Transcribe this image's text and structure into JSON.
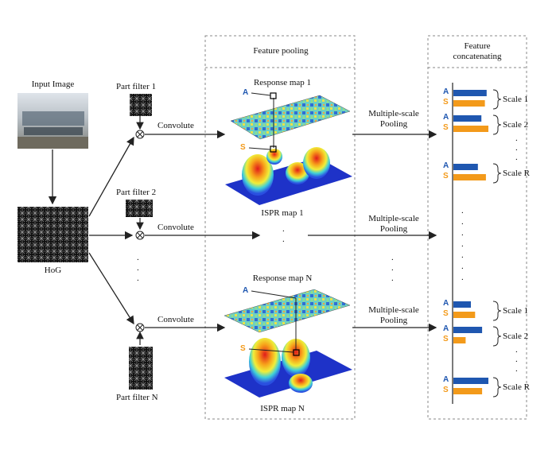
{
  "panels": {
    "pooling_title": "Feature pooling",
    "concat_title": "Feature\nconcatenating"
  },
  "input": {
    "input_label": "Input Image",
    "hog_label": "HoG"
  },
  "filters": {
    "filter1_label": "Part filter 1",
    "filter2_label": "Part filter 2",
    "filterN_label": "Part filter N",
    "convolute_label": "Convolute"
  },
  "maps": {
    "response1_label": "Response map 1",
    "responseN_label": "Response map N",
    "ispr1_label": "ISPR map 1",
    "isprN_label": "ISPR map N",
    "a_marker": "A",
    "s_marker": "S"
  },
  "pooling": {
    "label": "Multiple-scale\nPooling"
  },
  "scales": {
    "scale1": "Scale 1",
    "scale2": "Scale 2",
    "scaleR": "Scale R"
  },
  "ellipsis": {
    "dots_h": ". . .",
    "dots_v": "."
  },
  "colors": {
    "blue_bar": "#1f57b0",
    "orange_bar": "#f39a1a",
    "a_color": "#1f57b0",
    "s_color": "#f39a1a",
    "arrow": "#222222",
    "panel_border": "#888888"
  },
  "bars_top": [
    {
      "marker_a": "A",
      "marker_s": "S",
      "a": 0.95,
      "s": 0.9
    },
    {
      "marker_a": "A",
      "marker_s": "S",
      "a": 0.8,
      "s": 1.0
    },
    {
      "marker_a": "A",
      "marker_s": "S",
      "a": 0.7,
      "s": 0.93
    }
  ],
  "bars_bottom": [
    {
      "marker_a": "A",
      "marker_s": "S",
      "a": 0.5,
      "s": 0.62
    },
    {
      "marker_a": "A",
      "marker_s": "S",
      "a": 0.82,
      "s": 0.35
    },
    {
      "marker_a": "A",
      "marker_s": "S",
      "a": 1.0,
      "s": 0.82
    }
  ]
}
